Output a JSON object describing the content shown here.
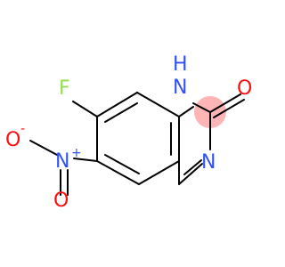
{
  "molecule": {
    "atoms": {
      "fluorine": "F",
      "hydrogen": "H",
      "amide_nitrogen": "N",
      "carbonyl_oxygen": "O",
      "ring_nitrogen": "N",
      "nitro_nitrogen": "N",
      "nitro_plus": "+",
      "nitro_oxygen_left": "O",
      "nitro_minus": "-",
      "nitro_oxygen_bottom": "O"
    }
  },
  "colors": {
    "bond": "#000000",
    "fluorine": "#90E050",
    "nitrogen": "#3050F8",
    "oxygen": "#FF0D0D",
    "carbon_highlight": "#FFB5B5"
  }
}
